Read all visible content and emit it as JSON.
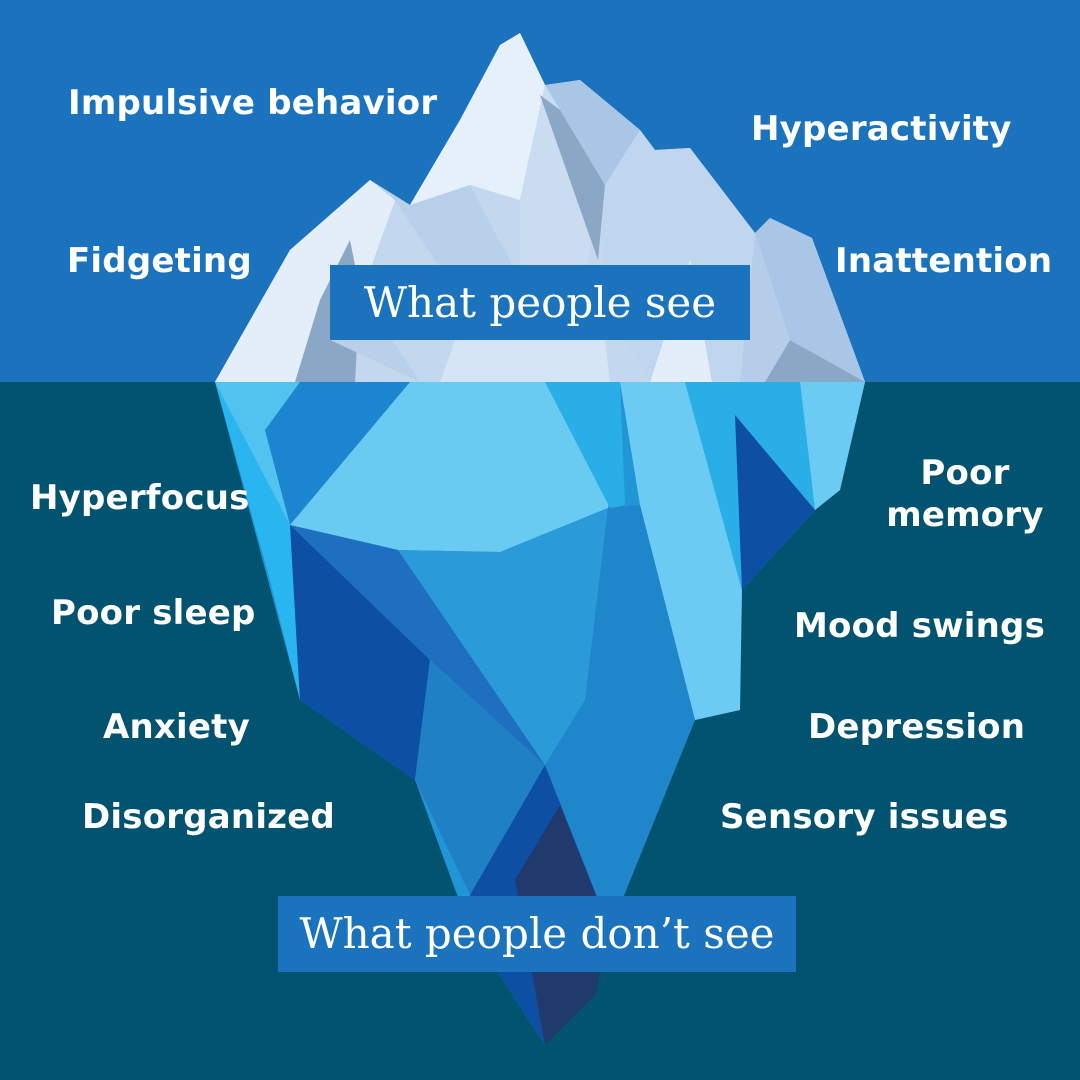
{
  "colors": {
    "sky": "#1b73bd",
    "sea": "#01536f",
    "box": "#1b73bd"
  },
  "top_box": "What people see",
  "bottom_box": "What people don’t see",
  "labels_above": {
    "impulsive": "Impulsive behavior",
    "hyperactivity": "Hyperactivity",
    "fidgeting": "Fidgeting",
    "inattention": "Inattention"
  },
  "labels_below": {
    "hyperfocus": "Hyperfocus",
    "poor_memory": "Poor memory",
    "poor_sleep": "Poor sleep",
    "mood_swings": "Mood swings",
    "anxiety": "Anxiety",
    "depression": "Depression",
    "disorganized": "Disorganized",
    "sensory": "Sensory issues"
  }
}
